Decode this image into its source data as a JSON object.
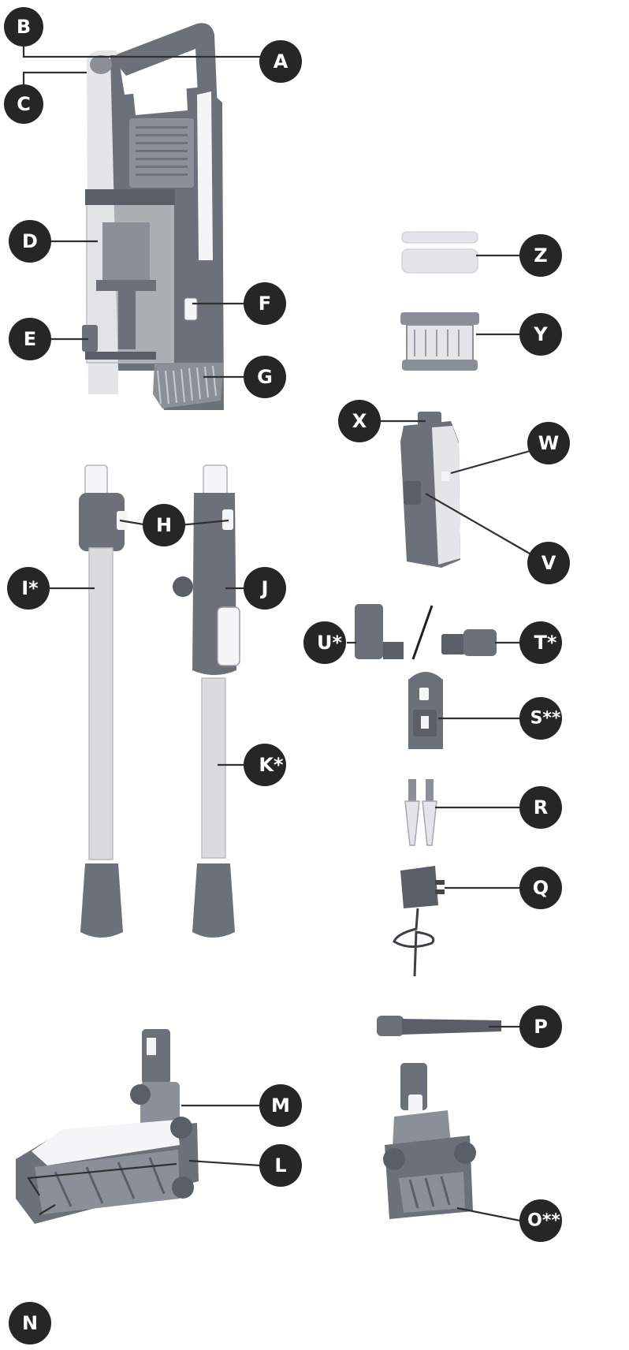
{
  "labels": [
    {
      "id": "A",
      "text": "A"
    },
    {
      "id": "B",
      "text": "B"
    },
    {
      "id": "C",
      "text": "C"
    },
    {
      "id": "D",
      "text": "D"
    },
    {
      "id": "E",
      "text": "E"
    },
    {
      "id": "F",
      "text": "F"
    },
    {
      "id": "G",
      "text": "G"
    },
    {
      "id": "H",
      "text": "H"
    },
    {
      "id": "I",
      "text": "I*"
    },
    {
      "id": "J",
      "text": "J"
    },
    {
      "id": "K",
      "text": "K*"
    },
    {
      "id": "L",
      "text": "L"
    },
    {
      "id": "M",
      "text": "M"
    },
    {
      "id": "N",
      "text": "N"
    },
    {
      "id": "O",
      "text": "O**"
    },
    {
      "id": "P",
      "text": "P"
    },
    {
      "id": "Q",
      "text": "Q"
    },
    {
      "id": "R",
      "text": "R"
    },
    {
      "id": "S",
      "text": "S**"
    },
    {
      "id": "T",
      "text": "T*"
    },
    {
      "id": "U",
      "text": "U*"
    },
    {
      "id": "V",
      "text": "V"
    },
    {
      "id": "W",
      "text": "W"
    },
    {
      "id": "X",
      "text": "X"
    },
    {
      "id": "Y",
      "text": "Y"
    },
    {
      "id": "Z",
      "text": "Z"
    }
  ]
}
